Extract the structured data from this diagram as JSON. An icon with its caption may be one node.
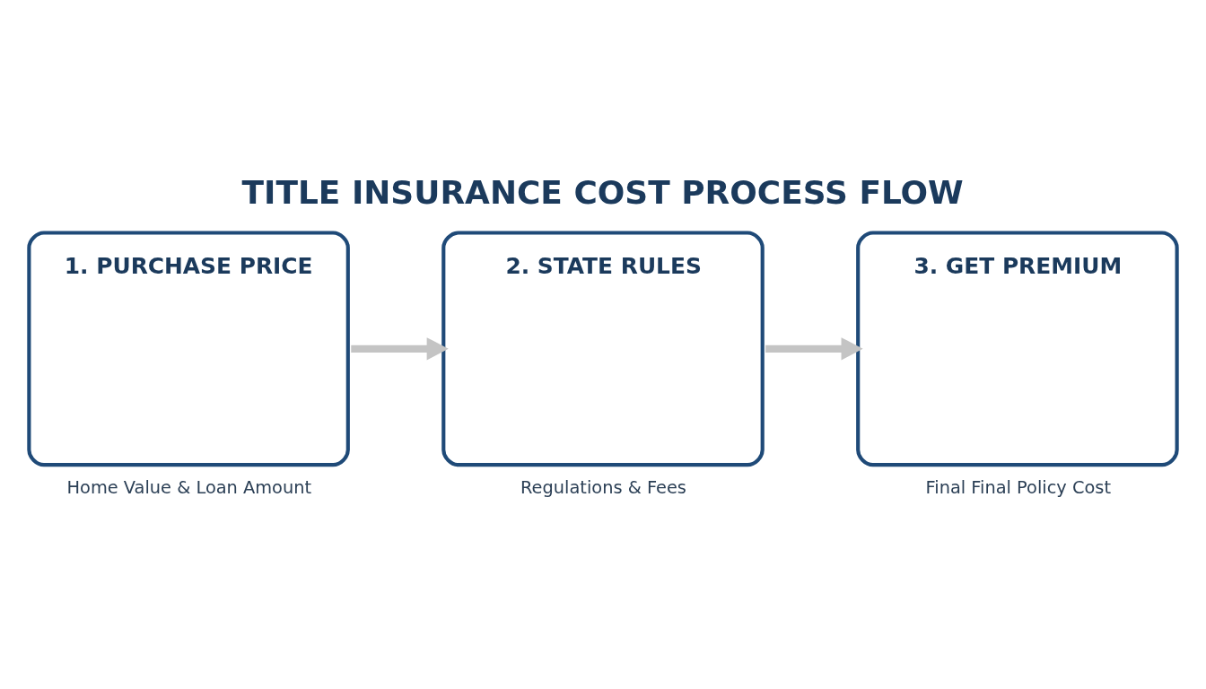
{
  "diagram": {
    "title": "TITLE INSURANCE COST PROCESS FLOW",
    "nodes": [
      {
        "text": [
          "1. PURCHASE PRICE"
        ],
        "beside": [
          "Home Value & Loan Amount"
        ]
      },
      {
        "text": [
          "2. STATE RULES"
        ],
        "beside": [
          "Regulations & Fees"
        ]
      },
      {
        "text": [
          "3. GET PREMIUM"
        ],
        "beside": [
          "Final Final Policy Cost"
        ]
      }
    ],
    "edges": [
      {
        "from": 0,
        "to": 1,
        "arrow": "to"
      },
      {
        "from": 1,
        "to": 2,
        "arrow": "to"
      }
    ]
  }
}
